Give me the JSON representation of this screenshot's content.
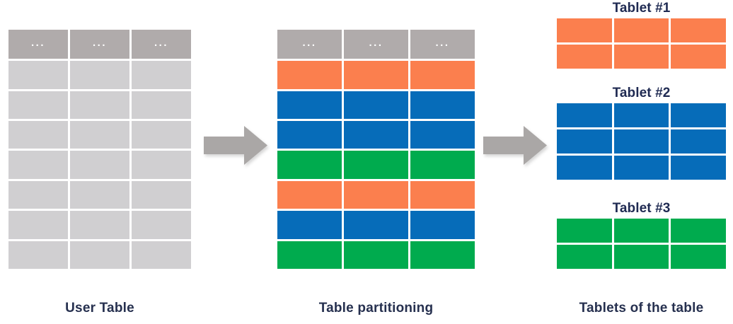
{
  "diagram": {
    "title_colors": {
      "label_text": "#26304f",
      "tablet_title": "#1f2a52"
    },
    "palette": {
      "header_grey": "#b0abab",
      "cell_grey": "#d0cfd1",
      "orange": "#fb7f4e",
      "blue": "#066cb9",
      "green": "#00ab4e",
      "arrow_grey": "#aaa7a6",
      "background": "#ffffff"
    }
  },
  "user_table": {
    "caption": "User Table",
    "columns": 3,
    "header_cells": [
      "...",
      "...",
      "..."
    ],
    "rows": [
      {
        "color": "cell_grey",
        "cells": [
          "",
          "",
          ""
        ]
      },
      {
        "color": "cell_grey",
        "cells": [
          "",
          "",
          ""
        ]
      },
      {
        "color": "cell_grey",
        "cells": [
          "",
          "",
          ""
        ]
      },
      {
        "color": "cell_grey",
        "cells": [
          "",
          "",
          ""
        ]
      },
      {
        "color": "cell_grey",
        "cells": [
          "",
          "",
          ""
        ]
      },
      {
        "color": "cell_grey",
        "cells": [
          "",
          "",
          ""
        ]
      },
      {
        "color": "cell_grey",
        "cells": [
          "",
          "",
          ""
        ]
      }
    ]
  },
  "partition_table": {
    "caption": "Table partitioning",
    "columns": 3,
    "header_cells": [
      "...",
      "...",
      "..."
    ],
    "rows": [
      {
        "color": "orange",
        "partition": "Tablet #1"
      },
      {
        "color": "blue",
        "partition": "Tablet #2"
      },
      {
        "color": "blue",
        "partition": "Tablet #2"
      },
      {
        "color": "green",
        "partition": "Tablet #3"
      },
      {
        "color": "orange",
        "partition": "Tablet #1"
      },
      {
        "color": "blue",
        "partition": "Tablet #2"
      },
      {
        "color": "green",
        "partition": "Tablet #3"
      }
    ]
  },
  "tablets": {
    "caption": "Tablets of the table",
    "items": [
      {
        "title": "Tablet #1",
        "color": "orange",
        "row_count": 2,
        "columns": 3
      },
      {
        "title": "Tablet #2",
        "color": "blue",
        "row_count": 3,
        "columns": 3
      },
      {
        "title": "Tablet #3",
        "color": "green",
        "row_count": 2,
        "columns": 3
      }
    ]
  },
  "arrows": [
    {
      "name": "arrow-table-to-partitioning",
      "direction": "right"
    },
    {
      "name": "arrow-partitioning-to-tablets",
      "direction": "right"
    }
  ]
}
